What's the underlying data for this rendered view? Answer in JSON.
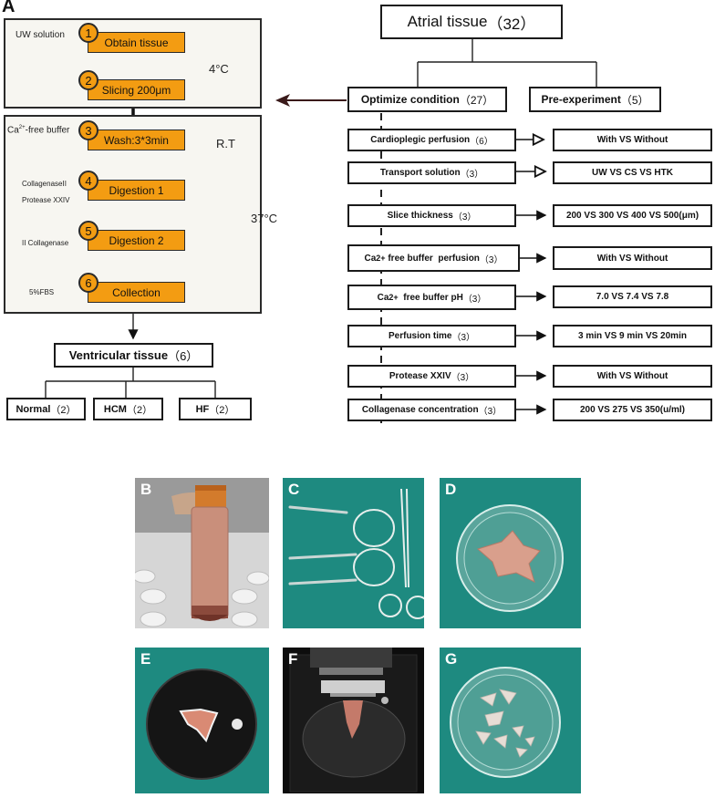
{
  "panel_a": {
    "letter": "A",
    "uw_solution": "UW solution",
    "temp_4c": "4°C",
    "ca_free_buffer_prefix": "Ca",
    "ca_free_buffer_sup": "2+",
    "ca_free_buffer_suffix": "-free buffer",
    "temp_rt": "R.T",
    "enzyme_collagenase": "CollagenaseII",
    "enzyme_protease": "Protease XXIV",
    "enzyme_ii_collagenase": "II Collagenase",
    "temp_37c": "37°C",
    "fbs": "5%FBS",
    "steps": [
      {
        "num": "1",
        "label": "Obtain tissue"
      },
      {
        "num": "2",
        "label": "Slicing 200μm"
      },
      {
        "num": "3",
        "label": "Wash:3*3min"
      },
      {
        "num": "4",
        "label": "Digestion 1"
      },
      {
        "num": "5",
        "label": "Digestion 2"
      },
      {
        "num": "6",
        "label": "Collection"
      }
    ],
    "ventricular": {
      "label": "Ventricular tissue",
      "count": "（6）"
    },
    "ventricular_groups": [
      {
        "label": "Normal",
        "count": "（2）"
      },
      {
        "label": "HCM",
        "count": "（2）"
      },
      {
        "label": "HF",
        "count": "（2）"
      }
    ],
    "atrial": {
      "label": "Atrial tissue",
      "count": "（32）"
    },
    "optimize": {
      "label": "Optimize condition",
      "count": "（27）"
    },
    "pre_experiment": {
      "label": "Pre-experiment",
      "count": "（5）"
    },
    "conditions": [
      {
        "label": "Cardioplegic perfusion",
        "count": "（6）",
        "result": "With VS Without"
      },
      {
        "label": "Transport solution",
        "count": "（3）",
        "result": "UW VS CS VS HTK"
      },
      {
        "label": "Slice thickness",
        "count": "（3）",
        "result": "200 VS 300 VS 400 VS 500(μm)"
      },
      {
        "label_prefix": "Ca",
        "label_sup": "2+",
        "label": " free buffer  perfusion",
        "count": "（3）",
        "result": "With VS Without"
      },
      {
        "label_prefix": "Ca",
        "label_sup": "2+",
        "label": "  free buffer pH",
        "count": "（3）",
        "result": "7.0 VS 7.4 VS 7.8"
      },
      {
        "label": "Perfusion time",
        "count": "（3）",
        "result": "3 min VS 9 min VS 20min"
      },
      {
        "label": "Protease XXIV",
        "count": "（3）",
        "result": "With VS Without"
      },
      {
        "label": "Collagenase concentration",
        "count": "（3）",
        "result": "200 VS 275 VS 350(u/ml)"
      }
    ]
  },
  "photos": [
    {
      "letter": "B"
    },
    {
      "letter": "C"
    },
    {
      "letter": "D"
    },
    {
      "letter": "E"
    },
    {
      "letter": "F"
    },
    {
      "letter": "G"
    }
  ],
  "colors": {
    "step_fill": "#f39c12",
    "teal_background": "#1e8a80",
    "panel_background": "#f7f6f1"
  }
}
